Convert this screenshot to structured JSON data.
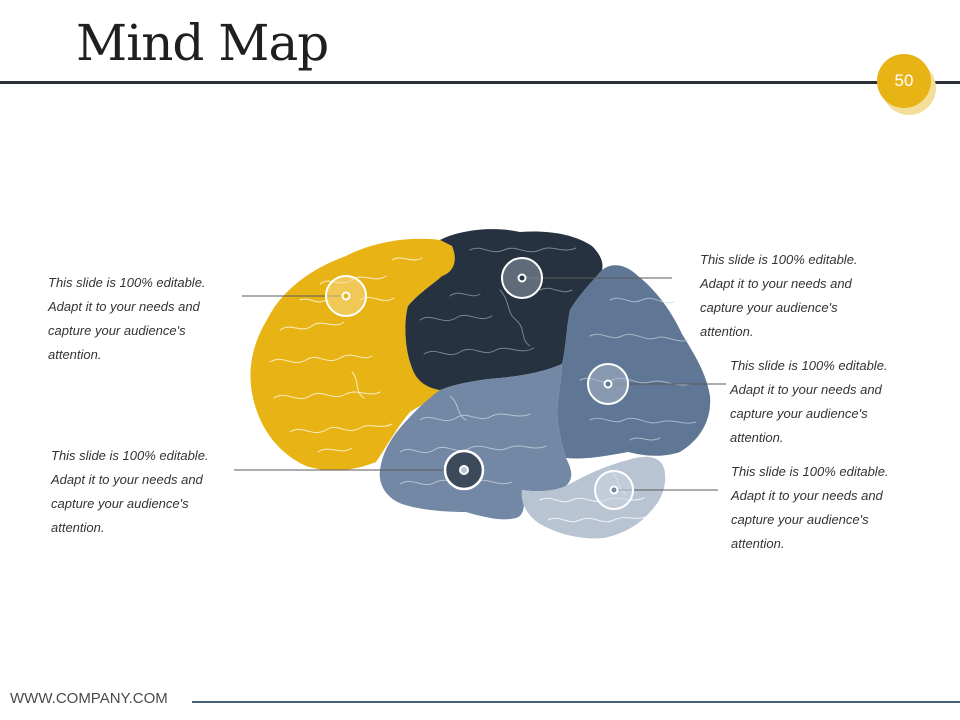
{
  "slide": {
    "title": "Mind Map",
    "page_number": "50",
    "footer": "WWW.COMPANY.COM"
  },
  "colors": {
    "accent_yellow": "#e8b415",
    "dark_navy": "#26323f",
    "slate_blue": "#5f7795",
    "steel_blue": "#7388a5",
    "light_blue": "#b9c4d3",
    "rule": "#2a2f38"
  },
  "brain": {
    "regions": [
      {
        "name": "frontal-lobe",
        "color": "#e8b415"
      },
      {
        "name": "parietal-lobe",
        "color": "#26323f"
      },
      {
        "name": "occipital-lobe",
        "color": "#5f7795"
      },
      {
        "name": "temporal-lobe",
        "color": "#7388a5"
      },
      {
        "name": "cerebellum",
        "color": "#b9c4d3"
      }
    ]
  },
  "callouts": [
    {
      "id": "top-left",
      "text": "This slide is 100% editable.\nAdapt it to your needs and\ncapture your audience's\nattention."
    },
    {
      "id": "bottom-left",
      "text": "This slide is 100% editable.\nAdapt it to your needs and\ncapture your audience's\nattention."
    },
    {
      "id": "top-right",
      "text": "This slide is 100% editable.\nAdapt it to your needs and\ncapture your audience's\nattention."
    },
    {
      "id": "middle-right",
      "text": "This slide is 100% editable.\nAdapt it to your needs and\ncapture your audience's\nattention."
    },
    {
      "id": "bottom-right",
      "text": "This slide is 100% editable.\nAdapt it to your needs and\ncapture your audience's\nattention."
    }
  ]
}
